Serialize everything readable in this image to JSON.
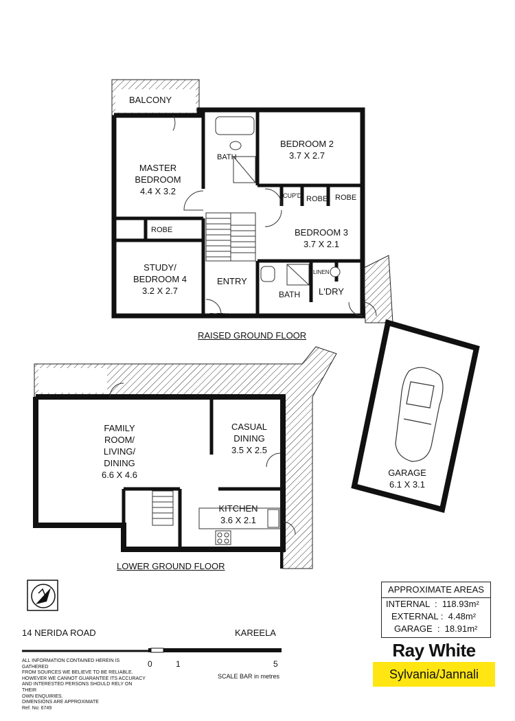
{
  "rooms": {
    "balcony": "BALCONY",
    "master_bedroom": [
      "MASTER",
      "BEDROOM",
      "4.4 X 3.2"
    ],
    "bedroom2": [
      "BEDROOM 2",
      "3.7 X 2.7"
    ],
    "bedroom3": [
      "BEDROOM 3",
      "3.7 X 2.1"
    ],
    "bath_upper": "BATH",
    "cupd": "CUP'D",
    "robe1": "ROBE",
    "robe2": "ROBE",
    "robe_master": "ROBE",
    "study": [
      "STUDY/",
      "BEDROOM 4",
      "3.2 X 2.7"
    ],
    "entry": "ENTRY",
    "entry_small": "ENTRY",
    "bath_lower": "BATH",
    "linen": "LINEN",
    "laundry": "L'DRY",
    "family": [
      "FAMILY",
      "ROOM/",
      "LIVING/",
      "DINING",
      "6.6 X 4.6"
    ],
    "casual_dining": [
      "CASUAL",
      "DINING",
      "3.5 X 2.5"
    ],
    "kitchen": [
      "KITCHEN",
      "3.6 X 2.1"
    ],
    "garage": [
      "GARAGE",
      "6.1 X 3.1"
    ]
  },
  "floor_labels": {
    "raised": "RAISED GROUND FLOOR",
    "lower": "LOWER GROUND FLOOR"
  },
  "areas": {
    "title": "APPROXIMATE AREAS",
    "internal": "INTERNAL  :  118.93m²",
    "external": "EXTERNAL :  4.48m²",
    "garage": "GARAGE  :  18.91m²"
  },
  "address": {
    "street": "14 NERIDA ROAD",
    "suburb": "KAREELA"
  },
  "scale": {
    "tick0": "0",
    "tick1": "1",
    "tick5": "5",
    "caption": "SCALE BAR in metres"
  },
  "disclaimer": [
    "ALL INFORMATION CONTAINED HEREIN IS GATHERED",
    "FROM SOURCES WE BELIEVE TO BE RELIABLE.",
    "HOWEVER WE CANNOT GUARANTEE ITS ACCURACY",
    "AND INTERESTED PERSONS SHOULD RELY ON THEIR",
    "OWN ENQUIRIES.",
    "DIMENSIONS ARE APPROXIMATE",
    "Ref. No: 6749"
  ],
  "brand": {
    "name": "Ray White",
    "office": "Sylvania/Jannali",
    "accent": "#ffe512"
  },
  "icons": {
    "north_arrow": "compass-north-icon",
    "car": "car-icon"
  }
}
